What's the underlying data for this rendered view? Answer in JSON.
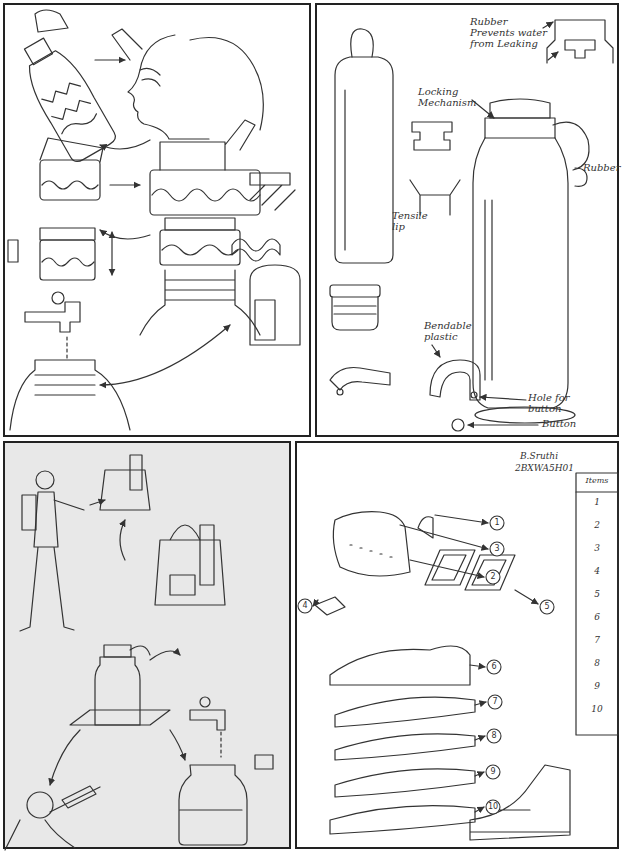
{
  "diagram": {
    "nodes": [
      {
        "text": [
          "1"
        ]
      },
      {
        "text": [
          "3"
        ]
      },
      {
        "text": [
          "2"
        ]
      },
      {
        "text": [
          "4"
        ]
      },
      {
        "text": [
          "5"
        ]
      },
      {
        "text": [
          "6"
        ]
      },
      {
        "text": [
          "7"
        ]
      },
      {
        "text": [
          "8"
        ]
      },
      {
        "text": [
          "9"
        ]
      },
      {
        "text": [
          "10"
        ]
      }
    ],
    "labels": [
      "Rubber Prevents water from Leaking",
      "Locking Mechanism",
      "Rubber",
      "Tensile lip",
      "Bendable plastic",
      "Hole for button",
      "Button",
      "B.Sruthi",
      "2BXWA5H01",
      "Items",
      "1",
      "2",
      "3",
      "4",
      "5",
      "6",
      "7",
      "8",
      "9",
      "10"
    ]
  }
}
